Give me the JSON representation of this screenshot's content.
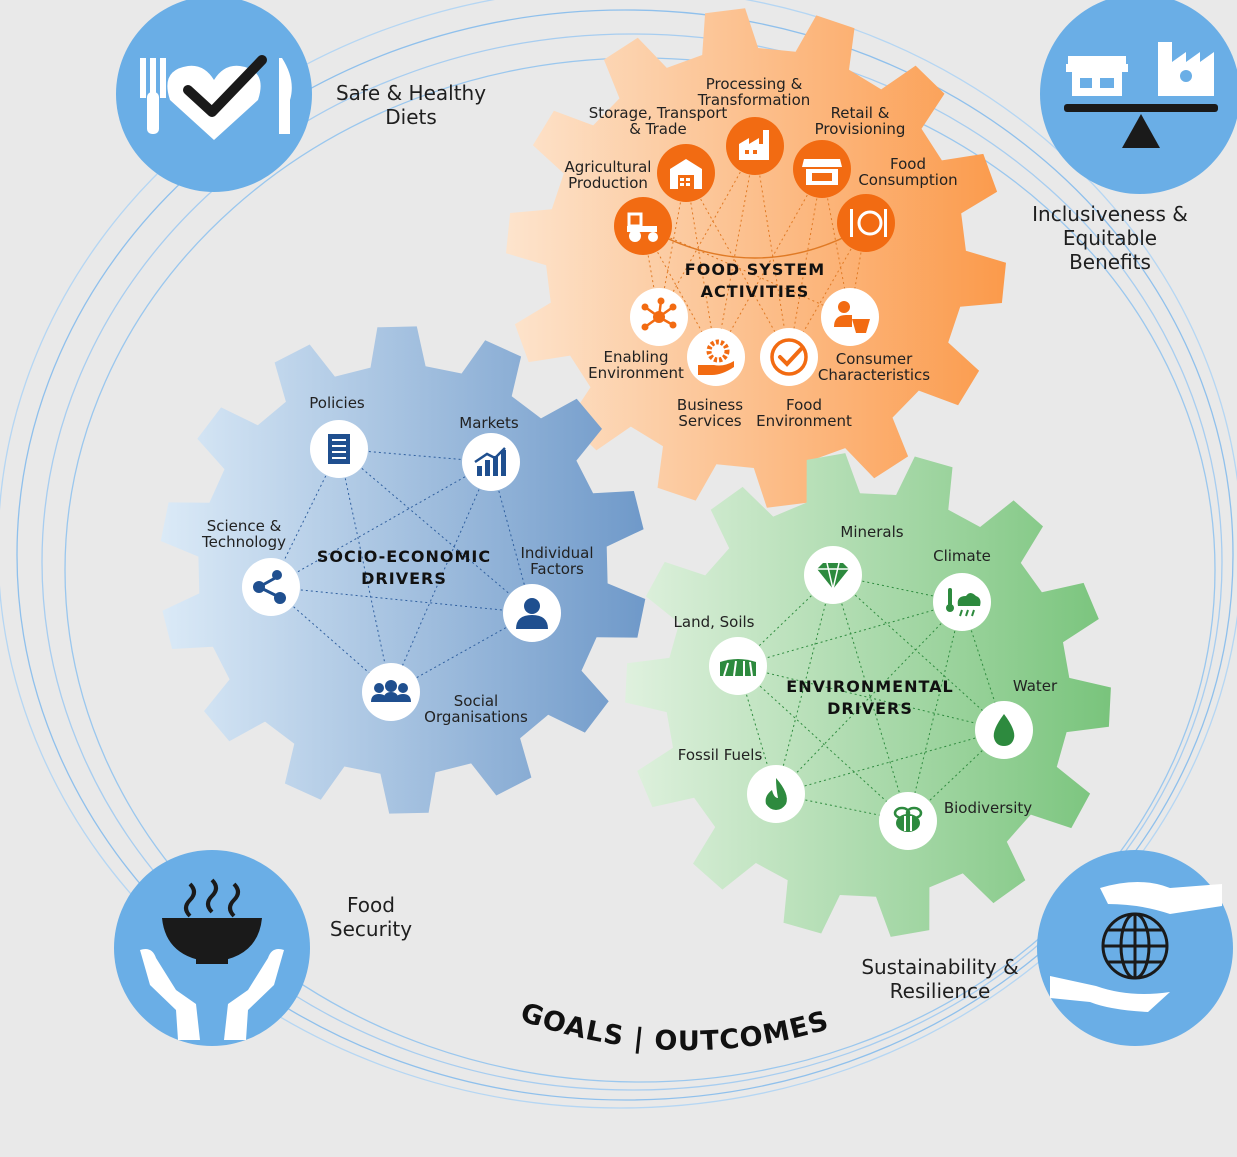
{
  "goals": {
    "diets": "Safe & Healthy Diets",
    "inclusive": "Inclusiveness & Equitable Benefits",
    "security": "Food Security",
    "sustainability": "Sustainability & Resilience",
    "arc_title": "GOALS | OUTCOMES"
  },
  "food_system": {
    "title_line1": "FOOD SYSTEM",
    "title_line2": "ACTIVITIES",
    "nodes": {
      "agricultural": "Agricultural Production",
      "storage": "Storage, Transport & Trade",
      "processing": "Processing & Transformation",
      "retail": "Retail & Provisioning",
      "consumption": "Food Consumption",
      "enabling": "Enabling Environment",
      "business": "Business Services",
      "food_env": "Food Environment",
      "consumer": "Consumer Characteristics"
    }
  },
  "socio_economic": {
    "title_line1": "SOCIO-ECONOMIC",
    "title_line2": "DRIVERS",
    "nodes": {
      "policies": "Policies",
      "markets": "Markets",
      "science": "Science & Technology",
      "individual": "Individual Factors",
      "social": "Social Organisations"
    }
  },
  "environmental": {
    "title_line1": "ENVIRONMENTAL",
    "title_line2": "DRIVERS",
    "nodes": {
      "minerals": "Minerals",
      "climate": "Climate",
      "land": "Land, Soils",
      "water": "Water",
      "fossil": "Fossil Fuels",
      "biodiversity": "Biodiversity"
    }
  },
  "colors": {
    "goal_blue": "#6aaee6",
    "orange": "#f26b12",
    "socio_blue": "#1f4f8f",
    "green": "#2d8a3e"
  }
}
